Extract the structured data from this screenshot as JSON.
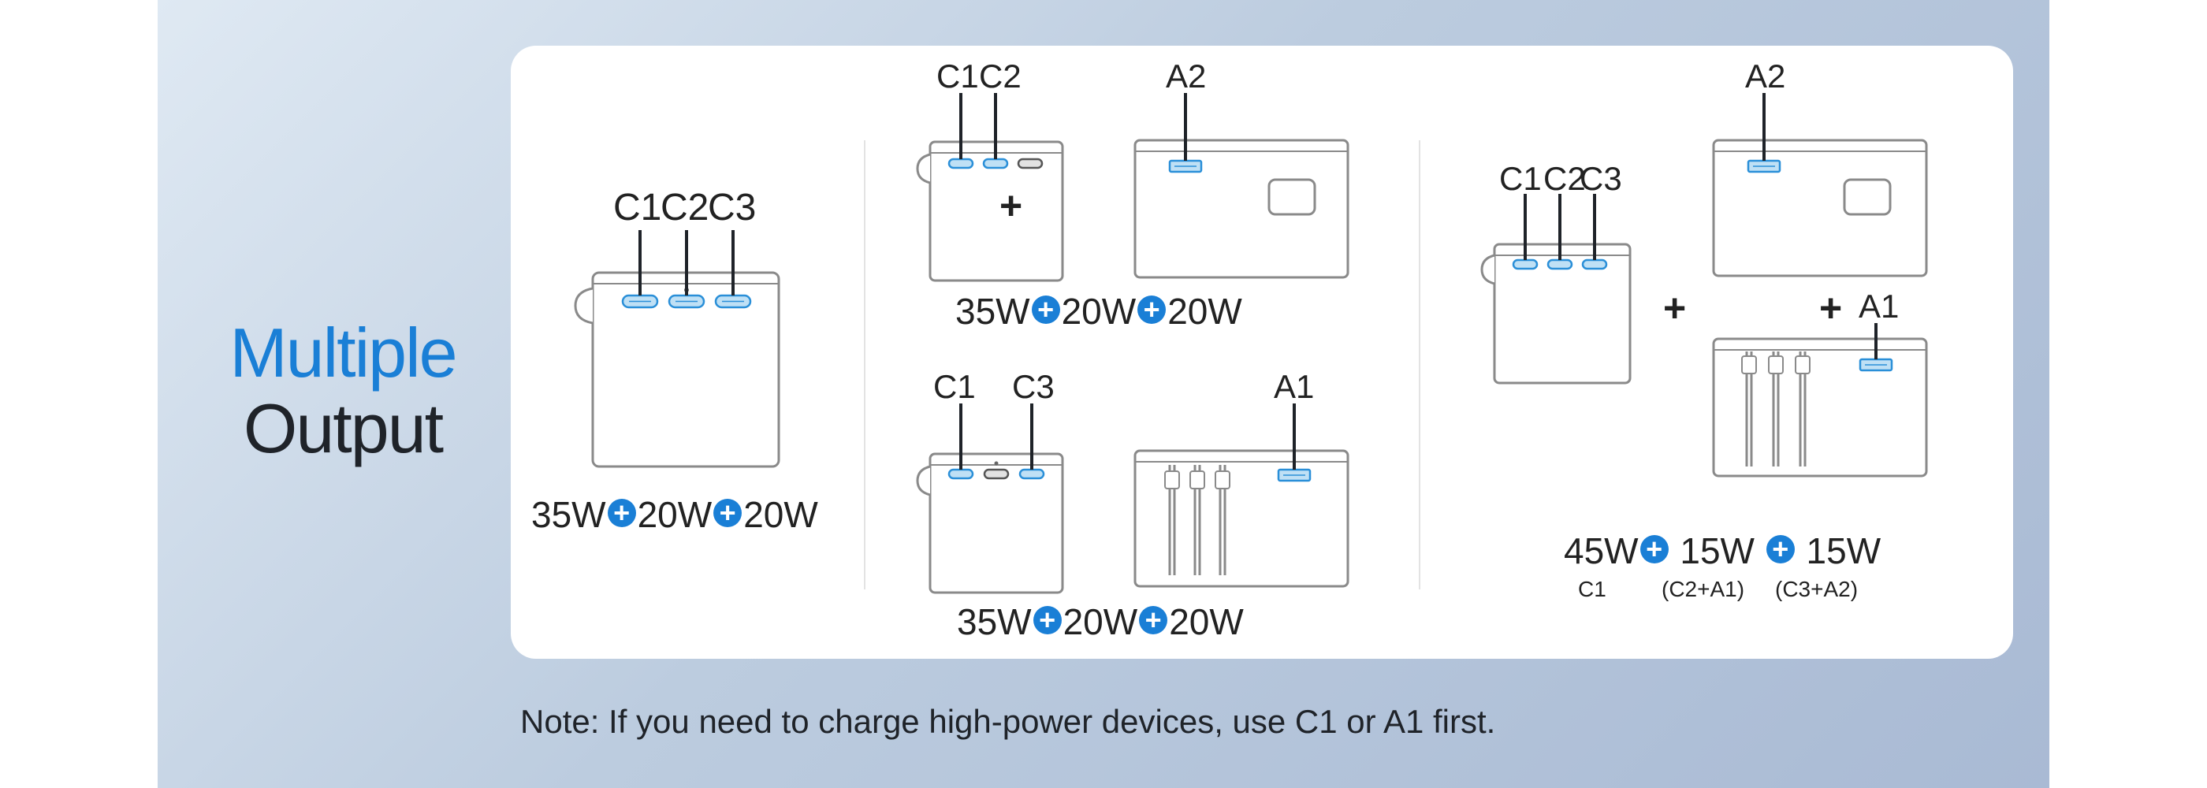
{
  "heading": {
    "line1": "Multiple",
    "line2": "Output"
  },
  "colors": {
    "accent": "#1a7fd6",
    "port_fill": "#bfe0f5",
    "port_stroke": "#2a8fd8",
    "text": "#1f2329"
  },
  "panel1": {
    "ports": [
      "C1",
      "C2",
      "C3"
    ],
    "power": [
      "35W",
      "20W",
      "20W"
    ]
  },
  "panel2_top": {
    "ports": [
      "C1",
      "C2"
    ],
    "second_device_port": "A2",
    "plus": "+",
    "power": [
      "35W",
      "20W",
      "20W"
    ]
  },
  "panel2_bottom": {
    "ports": [
      "C1",
      "C3"
    ],
    "second_device_port": "A1",
    "power": [
      "35W",
      "20W",
      "20W"
    ]
  },
  "panel3": {
    "ports": [
      "C1",
      "C2",
      "C3"
    ],
    "device_a2": "A2",
    "device_a1": "A1",
    "plus": "+",
    "power": [
      "45W",
      "15W",
      "15W"
    ],
    "subs": [
      "C1",
      "(C2+A1)",
      "(C3+A2)"
    ]
  },
  "icons": {
    "circle_plus": "plus-circle-icon"
  },
  "note": "Note: If you need to charge high-power devices, use C1 or A1 first."
}
